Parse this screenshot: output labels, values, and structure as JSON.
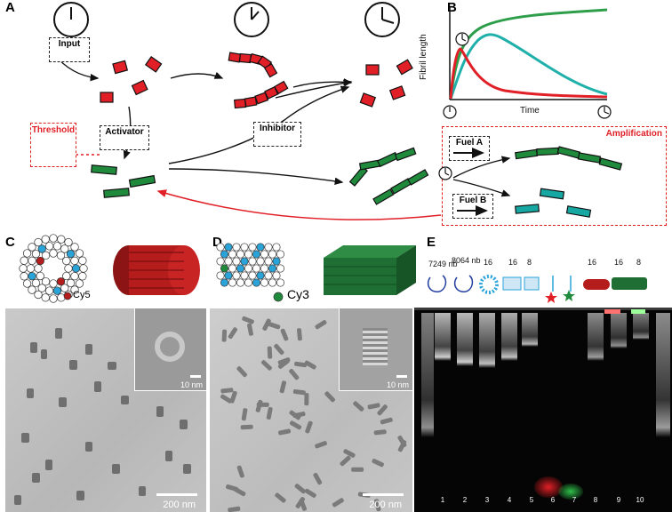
{
  "panels": {
    "a": {
      "letter": "A"
    },
    "b": {
      "letter": "B"
    },
    "c": {
      "letter": "C"
    },
    "d": {
      "letter": "D"
    },
    "e": {
      "letter": "E"
    }
  },
  "panelA": {
    "input_label": "Input",
    "threshold_label": "Threshold",
    "activator_label": "Activator",
    "inhibitor_label": "Inhibitor",
    "amplification_label": "Amplification",
    "fuel_a_label": "Fuel A",
    "fuel_b_label": "Fuel B"
  },
  "panelB": {
    "ylabel": "Fibril length",
    "xlabel": "Time",
    "colors": {
      "green": "#2e9e4a",
      "teal": "#1fb0aa",
      "red": "#e01f26"
    }
  },
  "panelC": {
    "dye_label": "Cy5",
    "inset_scale": "10 nm",
    "main_scale": "200 nm"
  },
  "panelD": {
    "dye_label": "Cy3",
    "inset_scale": "10 nm",
    "main_scale": "200 nm"
  },
  "panelE": {
    "top_labels": [
      "7249 nb",
      "8064 nb",
      "16",
      "16",
      "8",
      "16",
      "16",
      "8"
    ],
    "lanes": [
      "1",
      "2",
      "3",
      "4",
      "5",
      "6",
      "7",
      "8",
      "9",
      "10"
    ]
  },
  "colors": {
    "red": "#e01f26",
    "green": "#1f8a3c",
    "teal": "#16a7a2",
    "blue": "#2aa3d8"
  }
}
